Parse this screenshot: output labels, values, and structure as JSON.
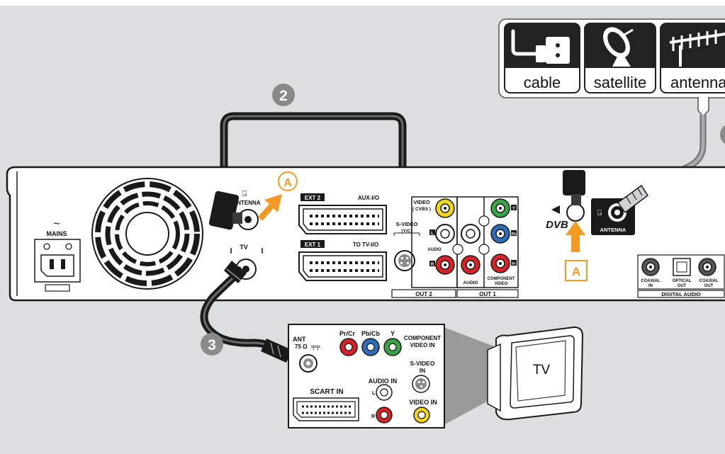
{
  "sources": {
    "cable": "cable",
    "satellite": "satellite",
    "antenna": "antenna"
  },
  "steps": {
    "two": "2",
    "three": "3"
  },
  "marker_a": "A",
  "recorder": {
    "mains": "MAINS",
    "antenna_in": "ANTENNA",
    "tv_out": "TV",
    "ext2": "EXT 2",
    "aux_io": "AUX-I/O",
    "ext1": "EXT 1",
    "to_tv_io": "TO TV-I/O",
    "video_cvbs_1": "VIDEO",
    "video_cvbs_2": "( CVBS )",
    "s_video_1": "S-VIDEO",
    "s_video_2": "(Y/C)",
    "audio_small": "AUDIO",
    "audio_out1": "AUDIO",
    "component_1": "COMPONENT",
    "component_2": "VIDEO",
    "letter_l": "L",
    "letter_r": "R",
    "letter_y": "Y",
    "letter_pb": "Pb",
    "letter_pr": "Pr",
    "out2": "OUT 2",
    "out1": "OUT 1",
    "dvb": "DVB",
    "dvb_antenna": "ANTENNA",
    "coaxial_in_1": "COAXIAL",
    "coaxial_in_2": "IN",
    "optical_out_1": "OPTICAL",
    "optical_out_2": "OUT",
    "coaxial_out_1": "COAXIAL",
    "coaxial_out_2": "OUT",
    "digital_audio": "DIGITAL AUDIO"
  },
  "tv_panel": {
    "ant": "ANT",
    "ant_ohm": "75 Ω",
    "pr_cr": "Pr/Cr",
    "pb_cb": "Pb/Cb",
    "y": "Y",
    "component_1": "COMPONENT",
    "component_2": "VIDEO IN",
    "svideo_1": "S-VIDEO",
    "svideo_2": "IN",
    "audio_in": "AUDIO IN",
    "l": "L",
    "r": "R",
    "scart_in": "SCART IN",
    "video_in": "VIDEO IN"
  },
  "tv": {
    "label": "TV"
  },
  "colors": {
    "background": "#dddedf",
    "orange": "#f39a24",
    "step_grey": "#8a8a8a",
    "yellow": "#f2d41c",
    "red": "#d72328",
    "green": "#3aa347",
    "blue": "#2d6db8"
  }
}
